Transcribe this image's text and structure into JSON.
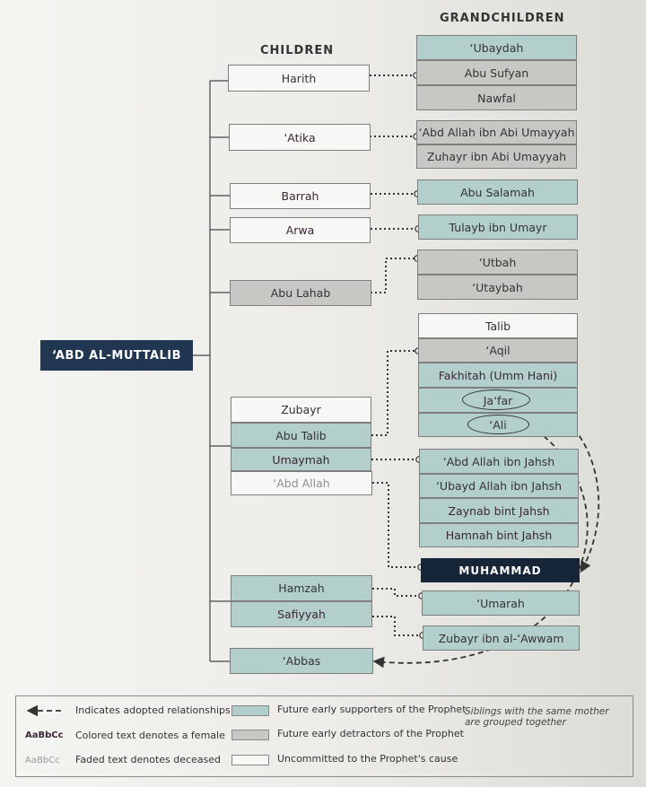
{
  "headers": {
    "children": "CHILDREN",
    "grandchildren": "GRANDCHILDREN"
  },
  "root": "‘ABD AL-MUTTALIB",
  "prophet": "MUHAMMAD",
  "children": [
    {
      "name": "Harith",
      "status": "uncommitted"
    },
    {
      "name": "‘Atika",
      "status": "uncommitted"
    },
    {
      "name": "Barrah",
      "status": "uncommitted"
    },
    {
      "name": "Arwa",
      "status": "uncommitted"
    },
    {
      "name": "Abu Lahab",
      "status": "detractor"
    },
    {
      "name": "Zubayr",
      "status": "uncommitted"
    },
    {
      "name": "Abu Talib",
      "status": "supporter"
    },
    {
      "name": "Umaymah",
      "status": "supporter"
    },
    {
      "name": "‘Abd Allah",
      "status": "uncommitted",
      "deceased": true
    },
    {
      "name": "Hamzah",
      "status": "supporter"
    },
    {
      "name": "Safiyyah",
      "status": "supporter"
    },
    {
      "name": "‘Abbas",
      "status": "supporter"
    }
  ],
  "grandchildren": [
    {
      "name": "‘Ubaydah",
      "status": "supporter"
    },
    {
      "name": "Abu Sufyan",
      "status": "detractor"
    },
    {
      "name": "Nawfal",
      "status": "detractor"
    },
    {
      "name": "‘Abd Allah ibn Abi Umayyah",
      "status": "detractor"
    },
    {
      "name": "Zuhayr ibn Abi Umayyah",
      "status": "detractor"
    },
    {
      "name": "Abu Salamah",
      "status": "supporter"
    },
    {
      "name": "Tulayb ibn Umayr",
      "status": "supporter"
    },
    {
      "name": "‘Utbah",
      "status": "detractor"
    },
    {
      "name": "‘Utaybah",
      "status": "detractor"
    },
    {
      "name": "Talib",
      "status": "uncommitted"
    },
    {
      "name": "‘Aqil",
      "status": "detractor"
    },
    {
      "name": "Fakhitah (Umm Hani)",
      "status": "supporter"
    },
    {
      "name": "Ja‘far",
      "status": "supporter"
    },
    {
      "name": "‘Ali",
      "status": "supporter"
    },
    {
      "name": "‘Abd Allah ibn Jahsh",
      "status": "supporter"
    },
    {
      "name": "‘Ubayd Allah ibn Jahsh",
      "status": "supporter"
    },
    {
      "name": "Zaynab bint Jahsh",
      "status": "supporter"
    },
    {
      "name": "Hamnah bint Jahsh",
      "status": "supporter"
    },
    {
      "name": "‘Umarah",
      "status": "supporter"
    },
    {
      "name": "Zubayr ibn al-‘Awwam",
      "status": "supporter"
    }
  ],
  "legend": {
    "adopted": "Indicates adopted relationships",
    "female_sample": "AaBbCc",
    "female": "Colored text denotes a female",
    "deceased_sample": "AaBbCc",
    "deceased": "Faded text denotes deceased",
    "supporters": "Future early supporters of the Prophet",
    "detractors": "Future early detractors of the Prophet",
    "uncommitted": "Uncommitted to the Prophet's cause",
    "siblings_note": [
      "Siblings with the same mother",
      "are grouped together"
    ]
  },
  "colors": {
    "supporter": "#b3cfcb",
    "detractor": "#c7c7c4",
    "uncommitted": "#f7f7f5",
    "root": "#213650",
    "prophet": "#172538",
    "female_text": "#3b2637"
  }
}
